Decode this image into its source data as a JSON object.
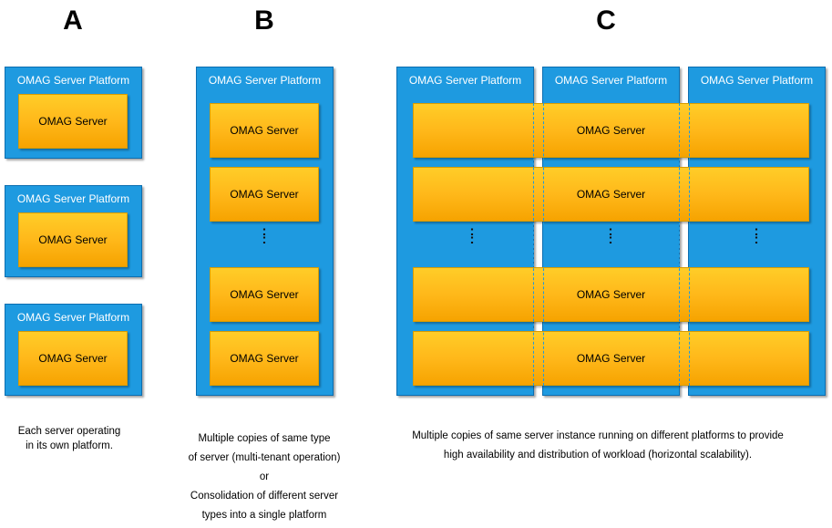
{
  "headings": {
    "a": "A",
    "b": "B",
    "c": "C"
  },
  "platform_label": "OMAG Server Platform",
  "server_label": "OMAG Server",
  "dots_glyph": "⋮",
  "captions": {
    "a": [
      "Each server operating",
      "in its own platform."
    ],
    "b": [
      "Multiple copies of same type",
      "of server (multi-tenant operation)",
      "or",
      "Consolidation of different server",
      "types into a single platform"
    ],
    "c": [
      "Multiple copies of same server instance running on different platforms to provide",
      "high availability and distribution of workload (horizontal scalability)."
    ]
  },
  "colors": {
    "platform_fill": "#1e9ae0",
    "platform_border": "#0c6eb0",
    "server_fill": "#ffb81a",
    "server_border": "#d79b00"
  }
}
